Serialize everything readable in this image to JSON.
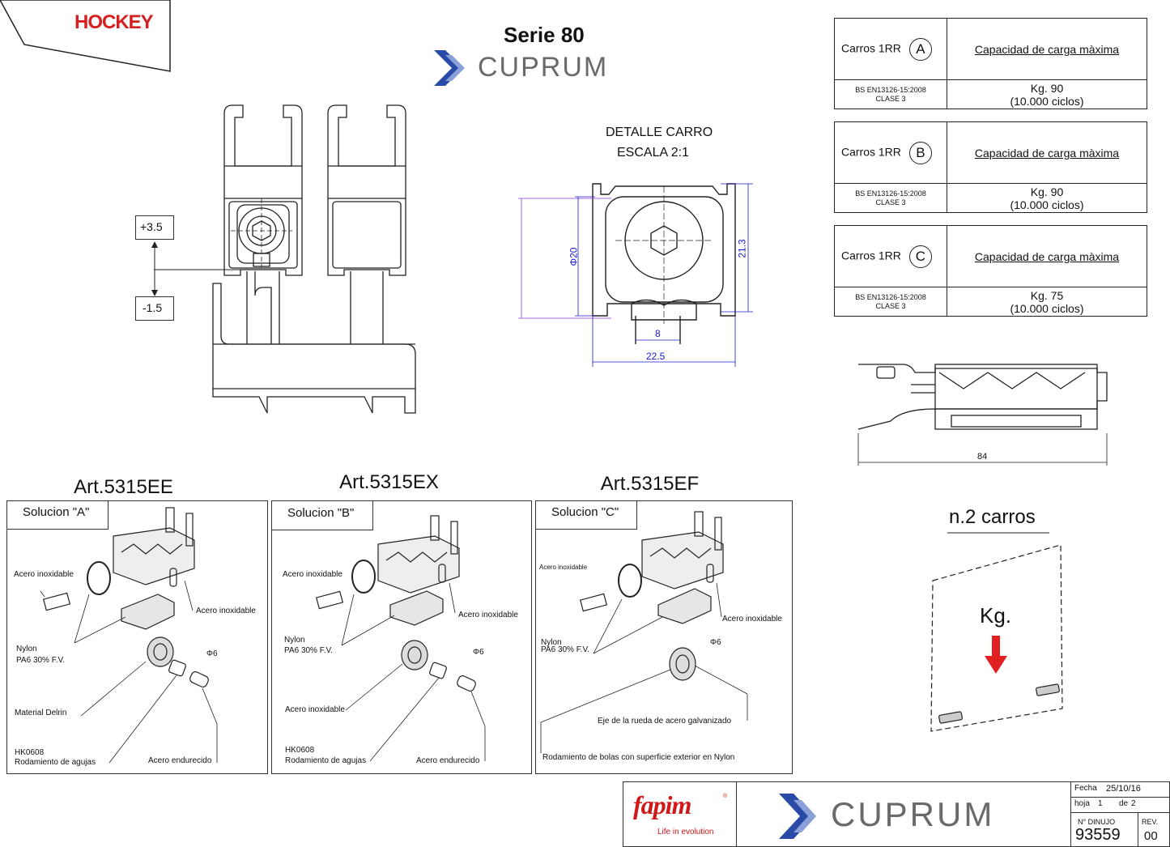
{
  "brand_label": "HOCKEY",
  "header": {
    "serie": "Serie 80",
    "cuprum": "CUPRUM"
  },
  "detalle": {
    "line1": "DETALLE CARRO",
    "line2": "ESCALA 2:1"
  },
  "dims": {
    "d20": "Φ20",
    "h213": "21.3",
    "w8": "8",
    "w225": "22.5",
    "w84": "84"
  },
  "adjust": {
    "plus": "+3.5",
    "minus": "-1.5"
  },
  "spec_tables": [
    {
      "carro": "Carros  1RR",
      "letter": "A",
      "capacity": "Capacidad de carga màxima",
      "norm": "BS EN13126-15:2008",
      "clase": "CLASE 3",
      "kg": "Kg. 90",
      "cycles": "(10.000 ciclos)"
    },
    {
      "carro": "Carros  1RR",
      "letter": "B",
      "capacity": "Capacidad de carga màxima",
      "norm": "BS EN13126-15:2008",
      "clase": "CLASE 3",
      "kg": "Kg. 90",
      "cycles": "(10.000 ciclos)"
    },
    {
      "carro": "Carros  1RR",
      "letter": "C",
      "capacity": "Capacidad de carga màxima",
      "norm": "BS EN13126-15:2008",
      "clase": "CLASE 3",
      "kg": "Kg. 75",
      "cycles": "(10.000 ciclos)"
    }
  ],
  "articles": [
    {
      "art": "Art.5315EE",
      "solucion": "Solucion \"A\"",
      "labels": {
        "a1": "Acero inoxidable",
        "a2": "Acero inoxidable",
        "nylon1": "Nylon",
        "nylon2": "PA6 30% F.V.",
        "phi": "Φ6",
        "delrin": "Material Delrin",
        "hk1": "HK0608",
        "hk2": "Rodamiento de agujas",
        "endurecido": "Acero endurecido"
      }
    },
    {
      "art": "Art.5315EX",
      "solucion": "Solucion  \"B\"",
      "labels": {
        "a1": "Acero inoxidable",
        "a2": "Acero inoxidable",
        "nylon1": "Nylon",
        "nylon2": "PA6 30% F.V.",
        "phi": "Φ6",
        "delrin": "Acero inoxidable",
        "hk1": "HK0608",
        "hk2": "Rodamiento de agujas",
        "endurecido": "Acero endurecido"
      }
    },
    {
      "art": "Art.5315EF",
      "solucion": "Solucion  \"C\"",
      "labels": {
        "a1": "Acero inoxidable",
        "a2": "Acero inoxidable",
        "nylon1": "Nylon",
        "nylon2": "PA6 30% F.V.",
        "phi": "Φ6",
        "eje": "Eje de la rueda de acero galvanizado",
        "rodamiento": "Rodamiento de bolas con superficie exterior en Nylon"
      }
    }
  ],
  "carros": {
    "title": "n.2 carros",
    "kg": "Kg."
  },
  "footer": {
    "fapim": "fapim",
    "reg": "®",
    "tagline": "Life in evolution",
    "cuprum": "CUPRUM",
    "fecha_label": "Fecha",
    "fecha": "25/10/16",
    "hoja_label": "hoja",
    "hoja": "1",
    "de_label": "de",
    "de": "2",
    "dinujo_label": "N° DINUJO",
    "dinujo": "93559",
    "rev_label": "REV.",
    "rev": "00"
  },
  "colors": {
    "hockey_red": "#d42020",
    "cuprum_blue": "#2a4aa8",
    "cuprum_gray": "#6a6a6a",
    "dim_blue": "#1a1acc",
    "dim_purple": "#8a3acc",
    "arrow_red": "#e02020",
    "fapim_red": "#d01818"
  }
}
